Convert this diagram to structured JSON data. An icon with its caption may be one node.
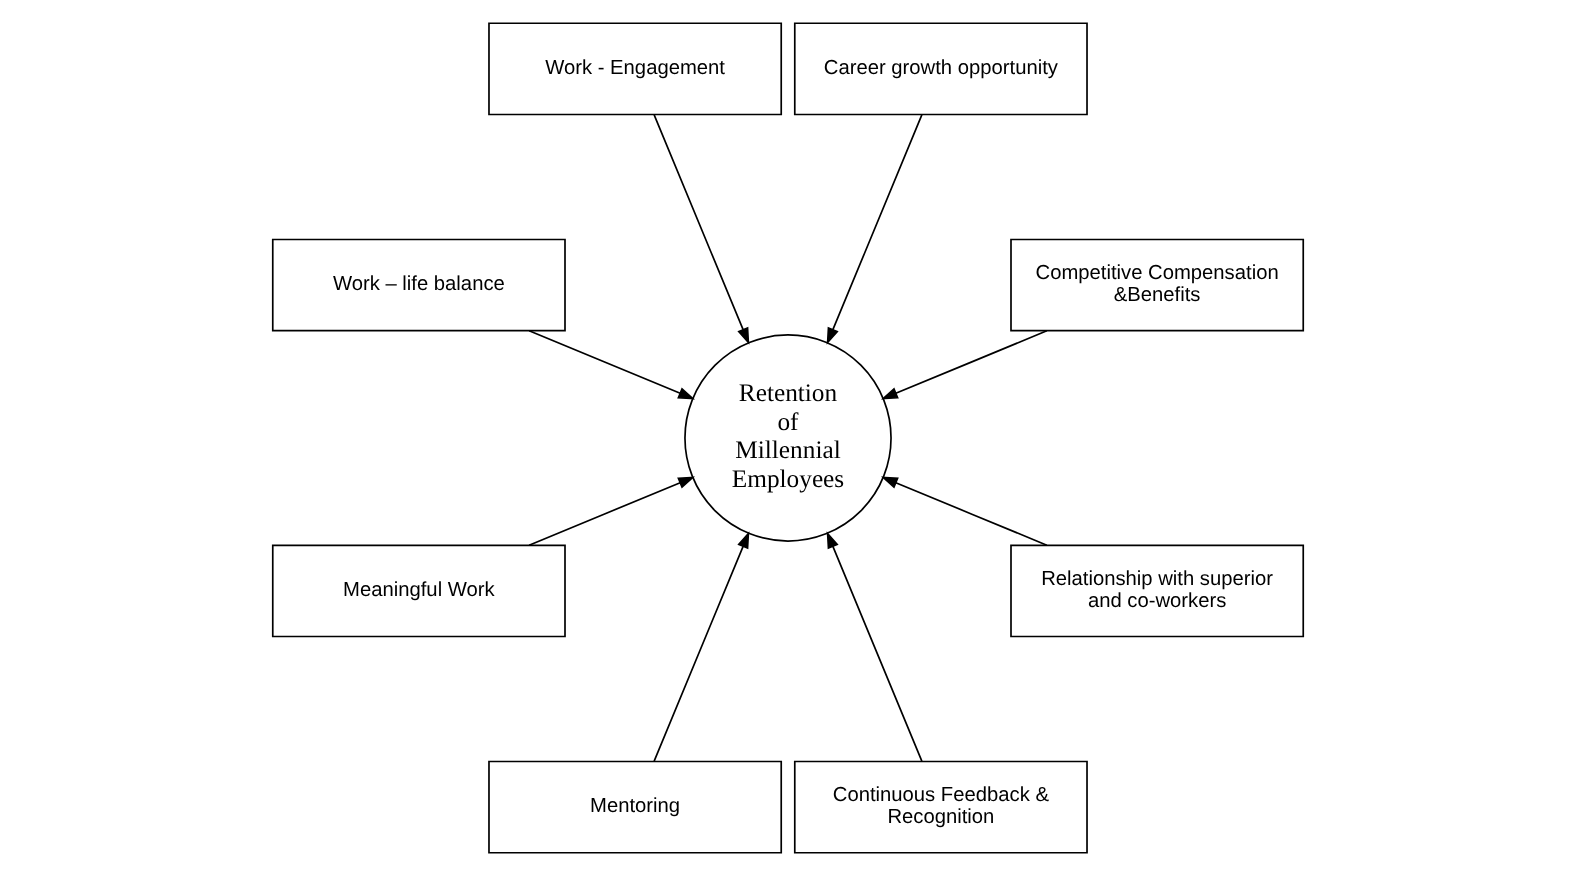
{
  "diagram": {
    "nodes": [
      {
        "text": [
          "Competitive Compensation &Benefits"
        ]
      },
      {
        "text": [
          "Career growth opportunity"
        ]
      },
      {
        "text": [
          "Work - Engagement"
        ]
      },
      {
        "text": [
          "Retention of Millennial Employees"
        ]
      },
      {
        "text": [
          "Work – life balance"
        ]
      },
      {
        "text": [
          "Meaningful Work"
        ]
      },
      {
        "text": [
          "Mentoring"
        ]
      },
      {
        "text": [
          "Continuous Feedback & Recognition"
        ]
      },
      {
        "text": [
          "Relationship with superior and co-workers"
        ]
      }
    ],
    "edges": [
      {
        "from": 0,
        "to": 3,
        "arrow": "to"
      },
      {
        "from": 1,
        "to": 3,
        "arrow": "to"
      },
      {
        "from": 2,
        "to": 3,
        "arrow": "to"
      },
      {
        "from": 4,
        "to": 3,
        "arrow": "to"
      },
      {
        "from": 5,
        "to": 3,
        "arrow": "to"
      },
      {
        "from": 6,
        "to": 3,
        "arrow": "to"
      },
      {
        "from": 7,
        "to": 3,
        "arrow": "to"
      },
      {
        "from": 8,
        "to": 3,
        "arrow": "to"
      }
    ]
  }
}
